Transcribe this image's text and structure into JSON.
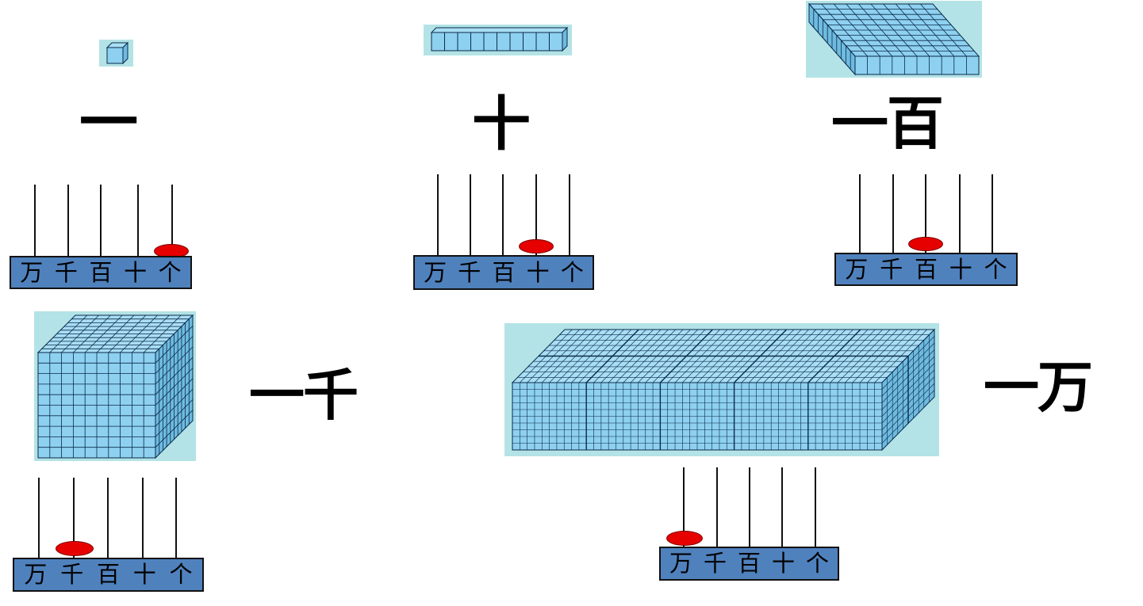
{
  "colors": {
    "cube_fill": "#8ed0ef",
    "cube_line": "#0a2a4a",
    "panel": "#b3e3e6",
    "base": "#4f81bd",
    "bead": "#e60000"
  },
  "place_labels": [
    "万",
    "千",
    "百",
    "十",
    "个"
  ],
  "groups": [
    {
      "id": "one",
      "label": "一",
      "bead_place": "个",
      "bead_index": 4
    },
    {
      "id": "ten",
      "label": "十",
      "bead_place": "十",
      "bead_index": 3
    },
    {
      "id": "hundred",
      "label": "一百",
      "bead_place": "百",
      "bead_index": 2
    },
    {
      "id": "thousand",
      "label": "一千",
      "bead_place": "千",
      "bead_index": 1
    },
    {
      "id": "ten-thousand",
      "label": "一万",
      "bead_place": "万",
      "bead_index": 0
    }
  ]
}
